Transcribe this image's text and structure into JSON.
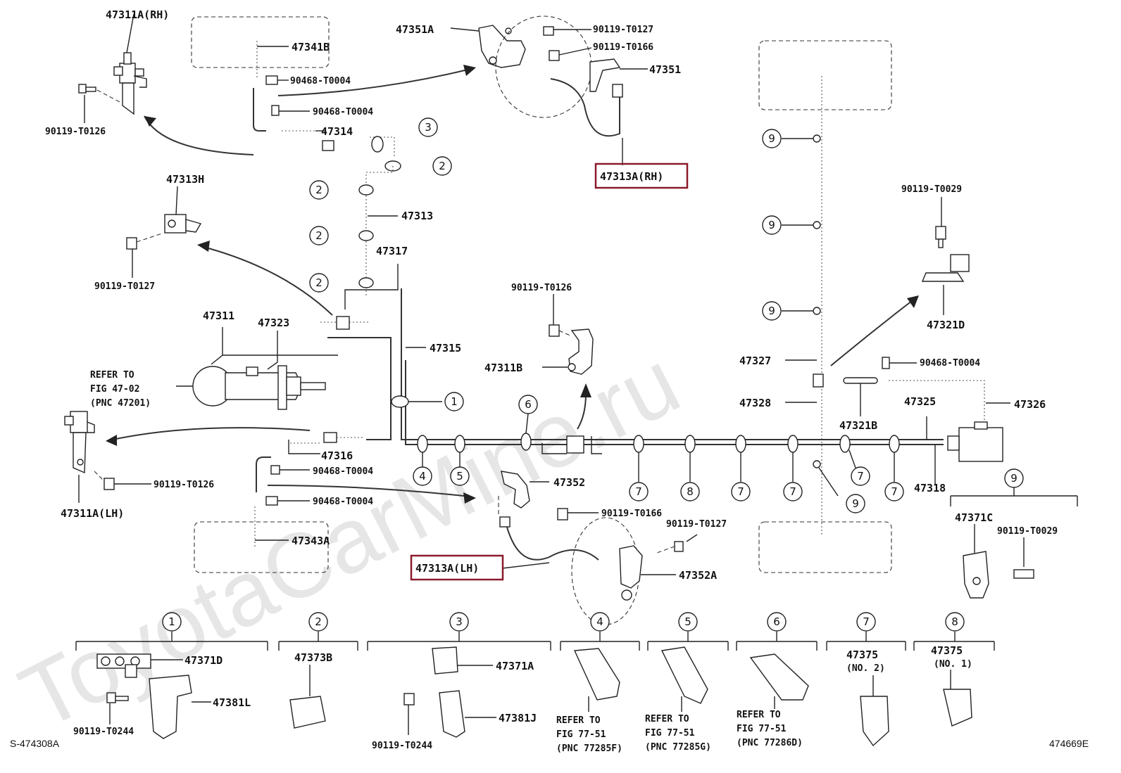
{
  "watermark": "ToyotaCarMine.ru",
  "corner_left": "S-474308A",
  "corner_right": "474669E",
  "highlight_color": "#8b1a2b",
  "labels": {
    "p47311A_RH": "47311A(RH)",
    "p47341B": "47341B",
    "p90468_1": "90468-T0004",
    "p90468_2": "90468-T0004",
    "p47314": "47314",
    "p90119_T0126_a": "90119-T0126",
    "p47351A": "47351A",
    "p90119_T0127_a": "90119-T0127",
    "p90119_T0166_a": "90119-T0166",
    "p47351": "47351",
    "p47313A_RH": "47313A(RH)",
    "p47313H": "47313H",
    "p90119_T0127_b": "90119-T0127",
    "p47313": "47313",
    "p47317": "47317",
    "p47311": "47311",
    "p47323": "47323",
    "p47315": "47315",
    "refer1_l1": "REFER TO",
    "refer1_l2": "FIG 47-02",
    "refer1_l3": "(PNC 47201)",
    "p90119_T0126_b": "90119-T0126",
    "p47311B": "47311B",
    "p90119_T0029_a": "90119-T0029",
    "p47321D": "47321D",
    "p47327": "47327",
    "p90468_3": "90468-T0004",
    "p47328": "47328",
    "p47321B": "47321B",
    "p47325": "47325",
    "p47326": "47326",
    "p47316": "47316",
    "p90468_4": "90468-T0004",
    "p90468_5": "90468-T0004",
    "p90119_T0126_c": "90119-T0126",
    "p47311A_LH": "47311A(LH)",
    "p47343A": "47343A",
    "p47352": "47352",
    "p90119_T0166_b": "90119-T0166",
    "p90119_T0127_c": "90119-T0127",
    "p47352A": "47352A",
    "p47313A_LH": "47313A(LH)",
    "p47318": "47318",
    "p47371C": "47371C",
    "p90119_T0029_b": "90119-T0029",
    "p47371D": "47371D",
    "p47381L": "47381L",
    "p90119_T0244_a": "90119-T0244",
    "p47373B": "47373B",
    "p47371A": "47371A",
    "p47381J": "47381J",
    "p90119_T0244_b": "90119-T0244",
    "refer4_l1": "REFER TO",
    "refer4_l2": "FIG 77-51",
    "refer4_l3": "(PNC 77285F)",
    "refer5_l1": "REFER TO",
    "refer5_l2": "FIG 77-51",
    "refer5_l3": "(PNC 77285G)",
    "refer6_l1": "REFER TO",
    "refer6_l2": "FIG 77-51",
    "refer6_l3": "(PNC 77286D)",
    "p47375_a": "47375",
    "p47375_a_sub": "(NO. 2)",
    "p47375_b": "47375",
    "p47375_b_sub": "(NO. 1)"
  },
  "callouts": {
    "c1": "1",
    "c2": "2",
    "c3": "3",
    "c4": "4",
    "c5": "5",
    "c6": "6",
    "c7": "7",
    "c8": "8",
    "c9": "9"
  }
}
